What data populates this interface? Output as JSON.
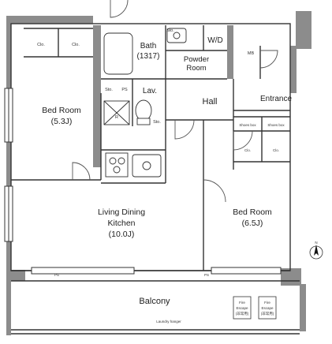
{
  "rooms": {
    "bath_label": "Bath",
    "bath_size": "(1317)",
    "wd": "W/D",
    "powder_line1": "Powder",
    "powder_line2": "Room",
    "bedroom_left_label": "Bed Room",
    "bedroom_left_size": "(5.3J)",
    "lav": "Lav.",
    "hall": "Hall",
    "entrance": "Entrance",
    "ldk_line1": "Living Dining",
    "ldk_line2": "Kitchen",
    "ldk_size": "(10.0J)",
    "bedroom_right_label": "Bed Room",
    "bedroom_right_size": "(6.5J)",
    "balcony": "Balcony",
    "laundry_hanger": "Laundry hanger"
  },
  "small_labels": {
    "clo": "Clo.",
    "sto": "Sto.",
    "ps": "PS",
    "mb": "MB",
    "shoes_box": "Shoes box",
    "refrigerator": "R",
    "fire_escape_line1": "Fire",
    "fire_escape_line2": "Escape",
    "fire_escape_line3": "(非常用)"
  },
  "compass": {
    "north": "N"
  },
  "colors": {
    "wall": "#8c8c8c",
    "line": "#333333",
    "fill": "#ffffff"
  }
}
